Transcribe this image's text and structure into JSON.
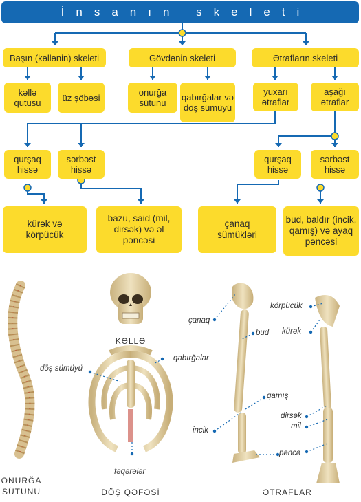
{
  "title": "İnsanın skeleti",
  "level1": {
    "head": "Başın (kəllənin) skeleti",
    "trunk": "Gövdənin skeleti",
    "limbs": "Ətrafların skeleti"
  },
  "level2": {
    "skull_box": "kəllə qutusu",
    "face": "üz şöbəsi",
    "spine": "onurğa sütunu",
    "ribs": "qabırğalar və döş sümüyü",
    "upper": "yuxarı ətraflar",
    "lower": "aşağı ətraflar"
  },
  "level3": {
    "upper_girdle": "qurşaq hissə",
    "upper_free": "sərbəst hissə",
    "lower_girdle": "qurşaq hissə",
    "lower_free": "sərbəst hissə"
  },
  "level4": {
    "scapula": "kürək və körpücük",
    "arm": "bazu, said (mil, dirsək) və əl pəncəsi",
    "pelvis": "çanaq sümükləri",
    "leg": "bud, baldır (incik, qamış) və ayaq pəncəsi"
  },
  "captions": {
    "spine": "ONURĞA SÜTUNU",
    "skull": "KƏLLƏ",
    "chest": "DÖŞ QƏFƏSİ",
    "limbs": "ƏTRAFLAR"
  },
  "labels": {
    "sternum": "döş sümüyü",
    "ribs": "qabırğalar",
    "vertebrae": "fəqərələr",
    "pelvis": "çanaq",
    "femur": "bud",
    "fibula": "qamış",
    "tibia": "incik",
    "foot": "pəncə",
    "clavicle": "körpücük",
    "scapula": "kürək",
    "ulna": "dirsək",
    "radius": "mil"
  },
  "colors": {
    "accent": "#1569b3",
    "box": "#fcdb2c",
    "bone": "#e6d3a8"
  }
}
